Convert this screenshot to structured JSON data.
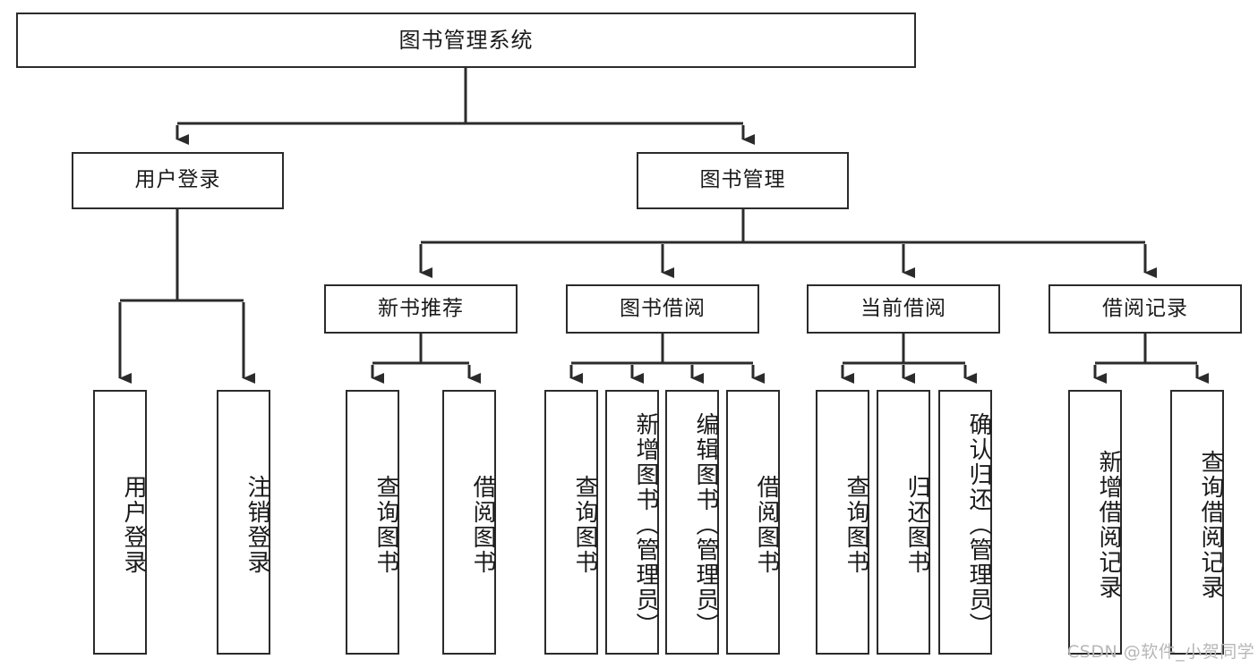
{
  "diagram": {
    "title": "图书管理系统",
    "type": "tree",
    "colors": {
      "box_border": "#2b2b2b",
      "box_fill": "#ffffff",
      "edge": "#2b2b2b",
      "text": "#1a1a1a",
      "watermark": "#b7b7b7",
      "background": "#ffffff"
    },
    "nodes": {
      "root": {
        "label": "图书管理系统"
      },
      "level2": [
        {
          "id": "user-login",
          "label": "用户登录"
        },
        {
          "id": "book-manage",
          "label": "图书管理"
        }
      ],
      "level3": [
        {
          "id": "new-book-recommend",
          "label": "新书推荐"
        },
        {
          "id": "book-borrow",
          "label": "图书借阅"
        },
        {
          "id": "current-borrow",
          "label": "当前借阅"
        },
        {
          "id": "borrow-record",
          "label": "借阅记录"
        }
      ],
      "leaves": {
        "user-login": [
          {
            "id": "leaf-user-login",
            "label": "用户登录"
          },
          {
            "id": "leaf-logout-login",
            "label": "注销登录"
          }
        ],
        "new-book-recommend": [
          {
            "id": "leaf-query-book-1",
            "label": "查询图书"
          },
          {
            "id": "leaf-borrow-book-1",
            "label": "借阅图书"
          }
        ],
        "book-borrow": [
          {
            "id": "leaf-query-book-2",
            "label": "查询图书"
          },
          {
            "id": "leaf-add-book",
            "label": "新增图书（管理员）"
          },
          {
            "id": "leaf-edit-book",
            "label": "编辑图书（管理员）"
          },
          {
            "id": "leaf-borrow-book-2",
            "label": "借阅图书"
          }
        ],
        "current-borrow": [
          {
            "id": "leaf-query-book-3",
            "label": "查询图书"
          },
          {
            "id": "leaf-return-book",
            "label": "归还图书"
          },
          {
            "id": "leaf-confirm-return",
            "label": "确认归还（管理员）"
          }
        ],
        "borrow-record": [
          {
            "id": "leaf-add-borrow-record",
            "label": "新增借阅记录"
          },
          {
            "id": "leaf-query-borrow-record",
            "label": "查询借阅记录"
          }
        ]
      }
    },
    "watermark": "CSDN @软件_小贺同学"
  }
}
